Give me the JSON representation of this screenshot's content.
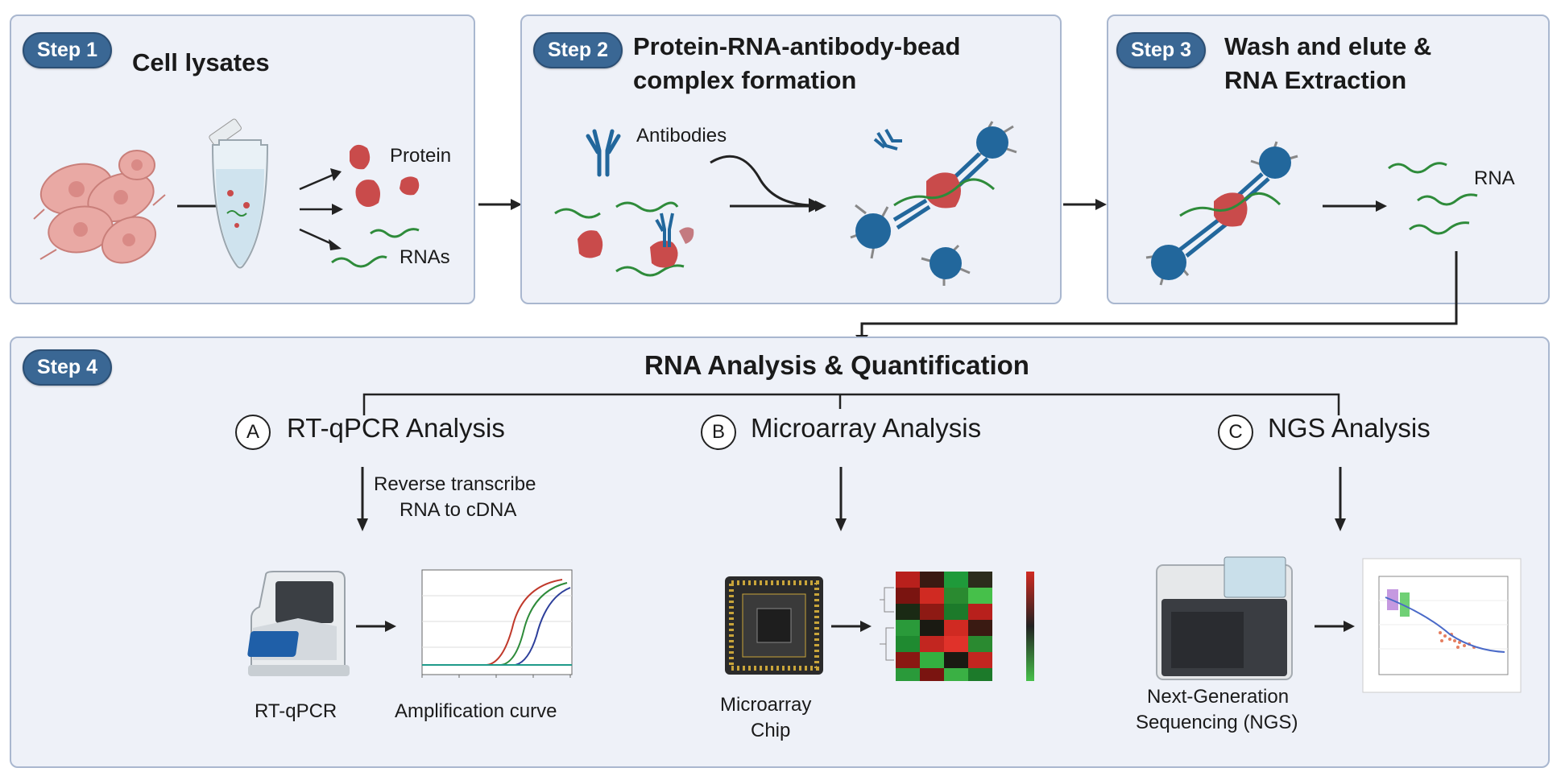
{
  "steps": {
    "step1": {
      "badge": "Step 1",
      "title": "Cell lysates",
      "labels": {
        "protein": "Protein",
        "rnas": "RNAs"
      }
    },
    "step2": {
      "badge": "Step 2",
      "title_line1": "Protein-RNA-antibody-bead",
      "title_line2": "complex formation",
      "labels": {
        "antibodies": "Antibodies"
      }
    },
    "step3": {
      "badge": "Step 3",
      "title_line1": "Wash and elute &",
      "title_line2": "RNA Extraction",
      "labels": {
        "rna": "RNA"
      }
    },
    "step4": {
      "badge": "Step 4",
      "title": "RNA Analysis & Quantification",
      "branches": [
        {
          "letter": "A",
          "name": "RT-qPCR Analysis",
          "note_line1": "Reverse transcribe",
          "note_line2": "RNA to cDNA",
          "device_label": "RT-qPCR",
          "result_label": "Amplification curve"
        },
        {
          "letter": "B",
          "name": "Microarray Analysis",
          "device_label_line1": "Microarray",
          "device_label_line2": "Chip"
        },
        {
          "letter": "C",
          "name": "NGS Analysis",
          "device_label_line1": "Next-Generation",
          "device_label_line2": "Sequencing (NGS)"
        }
      ]
    }
  },
  "colors": {
    "panel_bg": "#eef1f8",
    "panel_border": "#a9b7cf",
    "badge_bg": "#3a6794",
    "protein": "#c94b4b",
    "rna": "#2e8b3a",
    "bead": "#22679c",
    "cell": "#e9a9a4"
  }
}
